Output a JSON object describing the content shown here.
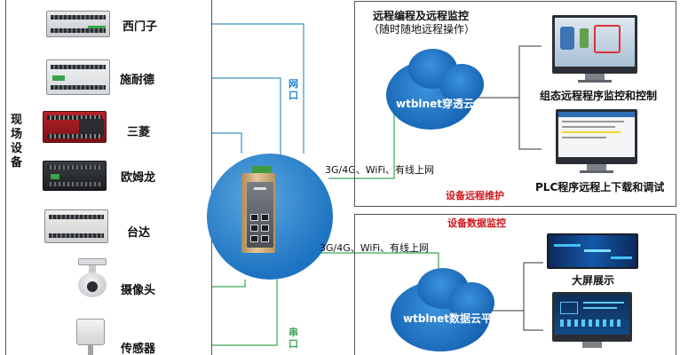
{
  "field": {
    "title": "现场设备",
    "devices": [
      {
        "label": "西门子"
      },
      {
        "label": "施耐德"
      },
      {
        "label": "三菱"
      },
      {
        "label": "欧姆龙"
      },
      {
        "label": "台达"
      },
      {
        "label": "摄像头"
      },
      {
        "label": "传感器"
      }
    ]
  },
  "ports": {
    "network": "网口",
    "serial": "串口"
  },
  "links": {
    "upper": "3G/4G、WiFi、有线上网",
    "lower": "3G/4G、WiFi、有线上网"
  },
  "remote": {
    "title_line1": "远程编程及远程监控",
    "title_line2": "（随时随地远程操作）",
    "cloud": "wtblnet穿透云",
    "items": [
      "组态远程程序监控和控制",
      "PLC程序远程上下载和调试"
    ],
    "caption": "设备远程维护"
  },
  "data": {
    "caption": "设备数据监控",
    "cloud": "wtblnet数据云平台",
    "items": [
      "大屏展示"
    ]
  },
  "colors": {
    "line_blue": "#3d8fc6",
    "line_green": "#3aa655",
    "caption_red": "#d0161c",
    "cloud_blue": "#1a6fbf"
  }
}
